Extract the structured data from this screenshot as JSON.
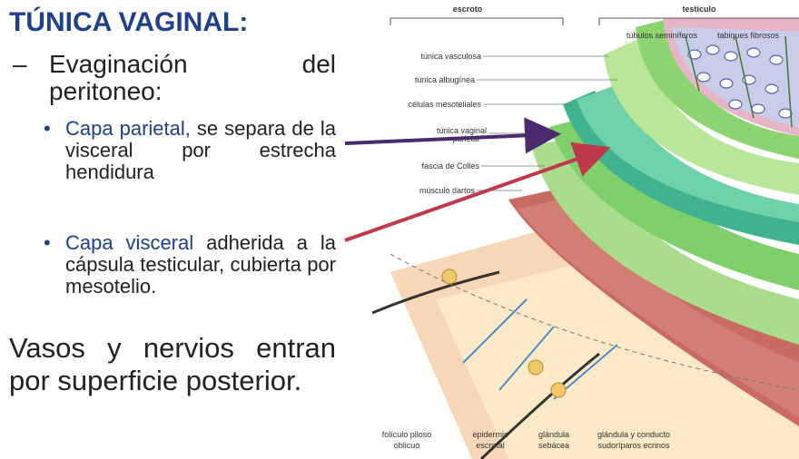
{
  "slide": {
    "title": "TÚNICA VAGINAL:",
    "point1_dash": "–",
    "point1_text_a": "Evaginación del",
    "point1_text_b": "peritoneo:",
    "bullet1_colored": "Capa parietal,",
    "bullet1_rest": " se separa de la visceral por estrecha hendidura",
    "bullet2_colored": "Capa visceral",
    "bullet2_rest": " adherida a la cápsula testicular, cubierta por mesotelio.",
    "bullet_symbol": "•",
    "vasos": "Vasos y nervios entran por superficie posterior."
  },
  "diagram": {
    "top_left_header": "escroto",
    "top_right_header": "testículo",
    "labels_left": [
      "túnica vasculosa",
      "túnica albugínea",
      "células mesoteliales",
      "túnica vaginal",
      "parietal",
      "fascia de Colles",
      "músculo dartos"
    ],
    "labels_top": [
      "túbulos seminíferos",
      "tabiques fibrosos"
    ],
    "labels_bottom": [
      [
        "folículo piloso",
        "oblicuo"
      ],
      [
        "epidermis",
        "escrotal"
      ],
      [
        "glándula",
        "sebácea"
      ],
      [
        "glándula y conducto",
        "sudoríparos ecrinos"
      ]
    ],
    "arrow_colors": {
      "parietal_arrow": "#4b2a6e",
      "visceral_arrow": "#c0394b"
    }
  }
}
